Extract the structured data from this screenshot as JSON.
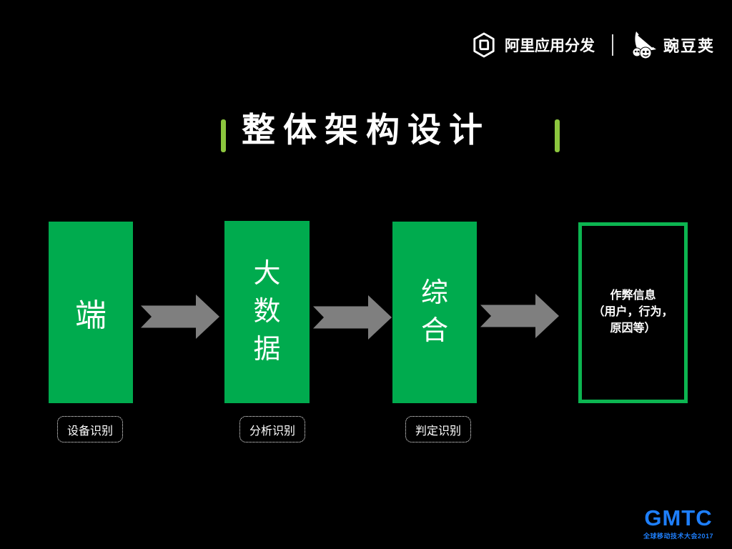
{
  "header": {
    "ali_logo_text": "阿里应用分发",
    "wandoujia_logo_text": "豌豆荚"
  },
  "title": {
    "text": "整体架构设计"
  },
  "flow": {
    "nodes": [
      {
        "label": "端",
        "style": "filled"
      },
      {
        "label": "大\n数\n据",
        "style": "filled"
      },
      {
        "label": "综\n合",
        "style": "filled"
      },
      {
        "label": "作弊信息\n（用户，行为，\n原因等）",
        "style": "outlined"
      }
    ],
    "sublabels": [
      "设备识别",
      "分析识别",
      "判定识别"
    ]
  },
  "footer": {
    "gmtc_logo": "GMTC",
    "gmtc_tagline": "全球移动技术大会2017"
  },
  "colors": {
    "background": "#000000",
    "box_green": "#00AB4E",
    "outline_green": "#0CB551",
    "accent_green": "#8CC63E",
    "arrow_gray": "#7F7F7F",
    "gmtc_blue": "#1E7FFC",
    "text_white": "#FFFFFF"
  }
}
